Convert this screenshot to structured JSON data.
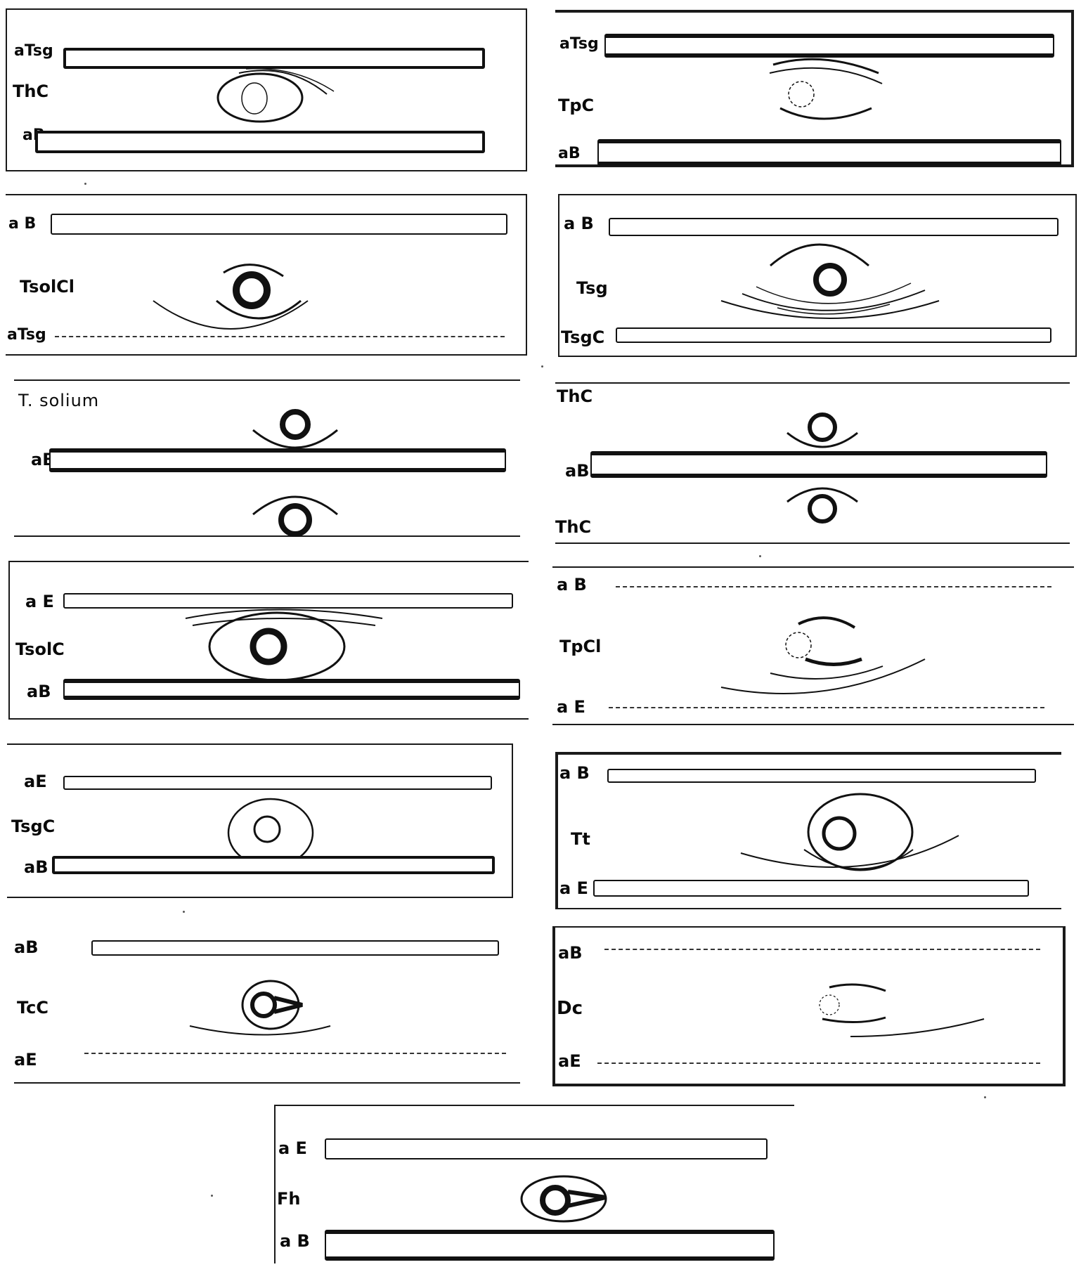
{
  "panels": [
    {
      "labels": {
        "top": "aTsg",
        "mid": "ThC",
        "bot": "aB"
      }
    },
    {
      "labels": {
        "top": "aTsg",
        "mid": "TpC",
        "bot": "aB"
      }
    },
    {
      "labels": {
        "top": "a B",
        "mid": "TsolCl",
        "bot": "aTsg"
      }
    },
    {
      "labels": {
        "top": "a B",
        "mid": "Tsg",
        "bot": "TsgC"
      }
    },
    {
      "labels": {
        "top": "T. solium",
        "mid": "aB"
      }
    },
    {
      "labels": {
        "top": "ThC",
        "mid": "aB",
        "bot": "ThC"
      }
    },
    {
      "labels": {
        "top": "a E",
        "mid": "TsolC",
        "bot": "aB"
      }
    },
    {
      "labels": {
        "top": "a B",
        "mid": "TpCl",
        "bot": "a E"
      }
    },
    {
      "labels": {
        "top": "aE",
        "mid": "TsgC",
        "bot": "aB"
      }
    },
    {
      "labels": {
        "top": "a B",
        "mid": "Tt",
        "bot": "a E"
      }
    },
    {
      "labels": {
        "top": "aB",
        "mid": "TcC",
        "bot": "aE"
      }
    },
    {
      "labels": {
        "top": "aB",
        "mid": "Dc",
        "bot": "aE"
      }
    },
    {
      "labels": {
        "top": "a E",
        "mid": "Fh",
        "bot": "a B"
      }
    }
  ]
}
